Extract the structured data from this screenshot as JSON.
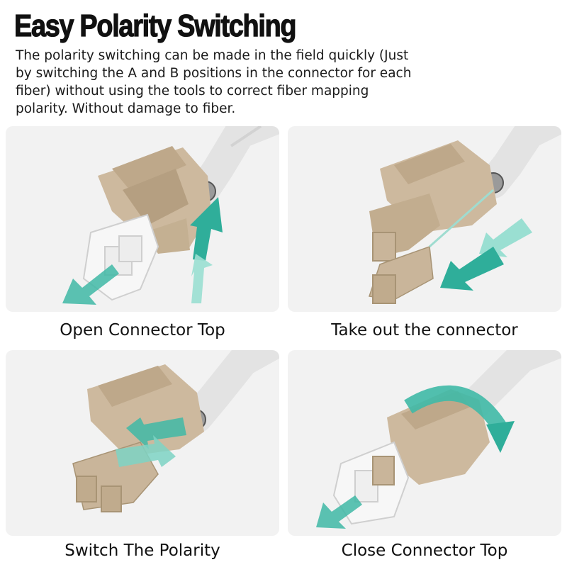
{
  "header": {
    "title": "Easy Polarity Switching",
    "description": "The polarity switching can be made in the field quickly (Just by switching the A and B positions in the connector for each fiber) without using the tools to correct fiber mapping polarity. Without damage to fiber."
  },
  "steps": [
    {
      "caption": "Open Connector Top"
    },
    {
      "caption": "Take out the connector"
    },
    {
      "caption": "Switch The Polarity"
    },
    {
      "caption": "Close Connector Top"
    }
  ],
  "colors": {
    "accent_teal": "#3fb9a6",
    "connector_beige": "#c9b59a",
    "cable_white": "#e6e6e6",
    "panel_bg": "#f2f2f2"
  }
}
